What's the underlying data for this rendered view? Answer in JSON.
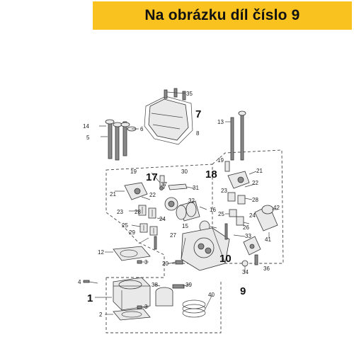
{
  "banner": {
    "text": "Na obrázku díl číslo 9",
    "color": "#f9c21f"
  },
  "callouts": {
    "small": [
      "35",
      "14",
      "6",
      "5",
      "8",
      "13",
      "19",
      "30",
      "21",
      "22",
      "37",
      "31",
      "32",
      "23",
      "16",
      "28",
      "25",
      "24",
      "15",
      "27",
      "29",
      "19",
      "21",
      "22",
      "23",
      "28",
      "42",
      "25",
      "24",
      "26",
      "41",
      "33",
      "12",
      "3",
      "20",
      "34",
      "36",
      "4",
      "38",
      "39",
      "40",
      "3",
      "2"
    ],
    "bold": [
      "7",
      "17",
      "18",
      "10",
      "9",
      "1"
    ]
  }
}
